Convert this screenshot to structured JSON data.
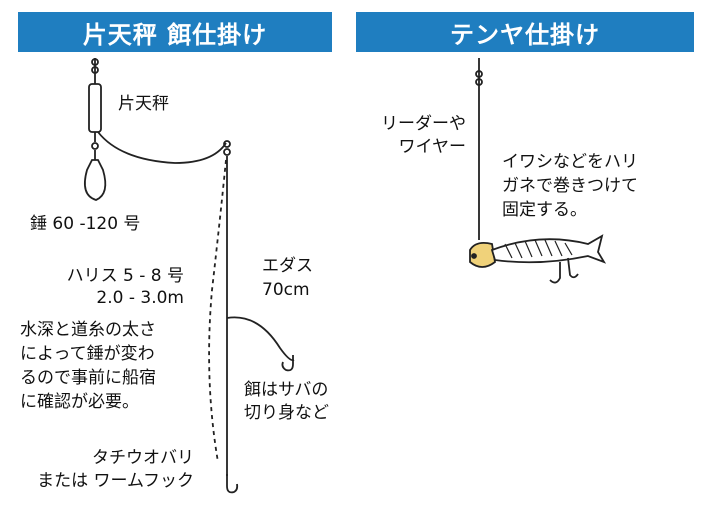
{
  "headers": {
    "left": "片天秤 餌仕掛け",
    "right": "テンヤ仕掛け"
  },
  "left_labels": {
    "tenbin": "片天秤",
    "weight": "錘 60 -120 号",
    "harisu_line1": "ハリス 5 - 8 号",
    "harisu_line2": "2.0 - 3.0m",
    "note_line1": "水深と道糸の太さ",
    "note_line2": "によって錘が変わ",
    "note_line3": "るので事前に船宿",
    "note_line4": "に確認が必要。",
    "hook_line1": "タチウオバリ",
    "hook_line2": "または ワームフック",
    "edasu_line1": "エダス",
    "edasu_line2": "70cm",
    "bait_line1": "餌はサバの",
    "bait_line2": "切り身など"
  },
  "right_labels": {
    "leader_line1": "リーダーや",
    "leader_line2": "ワイヤー",
    "fish_line1": "イワシなどをハリ",
    "fish_line2": "ガネで巻きつけて",
    "fish_line3": "固定する。"
  },
  "colors": {
    "header_bg": "#1f7ec0",
    "header_text": "#ffffff",
    "line": "#222222",
    "jig_head": "#f0d27a"
  }
}
